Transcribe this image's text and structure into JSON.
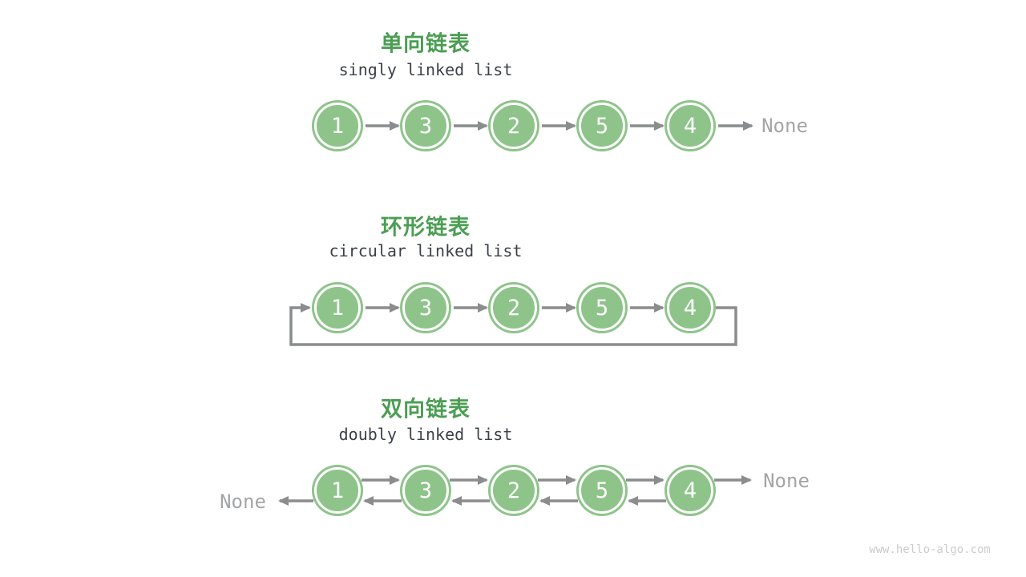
{
  "canvas": {
    "watermark": "www.hello-algo.com"
  },
  "colors": {
    "node_green": "#8EC48A",
    "title_green": "#4B9E53",
    "arrow_gray": "#8A8C8E",
    "none_gray": "#A3A5A7",
    "subtitle_dark": "#3C4048",
    "watermark_gray": "#CBCBCB"
  },
  "sections": {
    "singly": {
      "title_zh": "单向链表",
      "title_en": "singly linked list",
      "nodes": [
        "1",
        "3",
        "2",
        "5",
        "4"
      ],
      "tail_label": "None"
    },
    "circular": {
      "title_zh": "环形链表",
      "title_en": "circular linked list",
      "nodes": [
        "1",
        "3",
        "2",
        "5",
        "4"
      ]
    },
    "doubly": {
      "title_zh": "双向链表",
      "title_en": "doubly linked list",
      "nodes": [
        "1",
        "3",
        "2",
        "5",
        "4"
      ],
      "head_label": "None",
      "tail_label": "None"
    }
  }
}
